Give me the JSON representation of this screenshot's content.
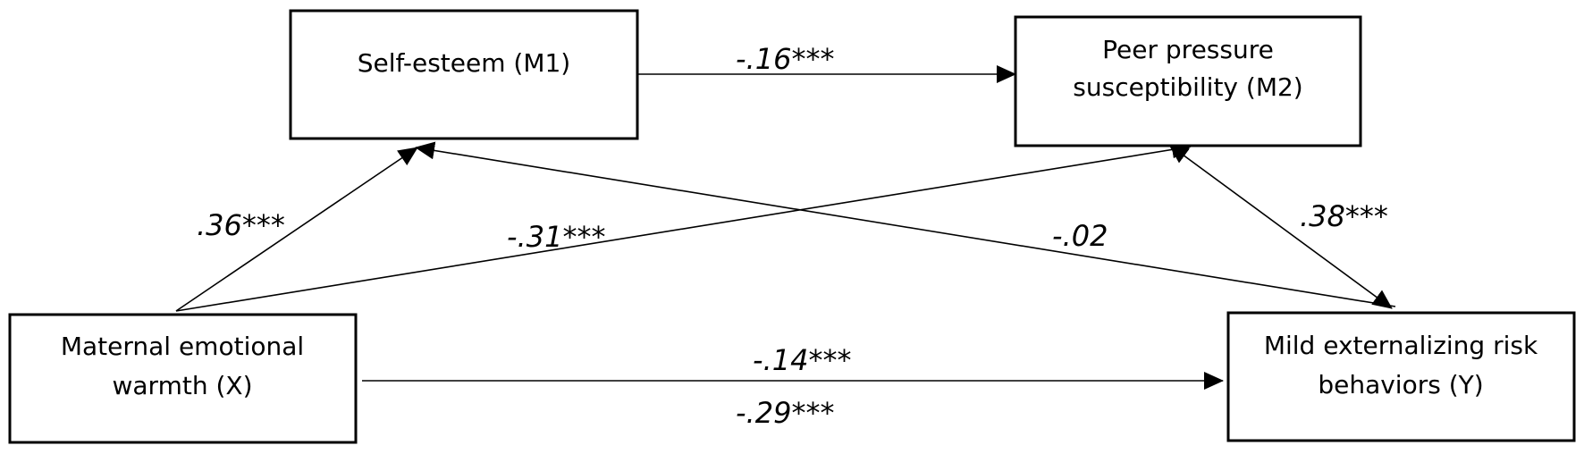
{
  "nodes": {
    "m1": {
      "lines": [
        "Self-esteem (M1)"
      ]
    },
    "m2": {
      "lines": [
        "Peer pressure",
        "susceptibility (M2)"
      ]
    },
    "x": {
      "lines": [
        "Maternal emotional",
        "warmth (X)"
      ]
    },
    "y": {
      "lines": [
        "Mild externalizing risk",
        "behaviors (Y)"
      ]
    }
  },
  "edges": {
    "m1_m2": "-.16***",
    "x_m1": ".36***",
    "x_m2": "-.31***",
    "m1_y": "-.02",
    "m2_y": ".38***",
    "x_y_direct": "-.14***",
    "x_y_total": "-.29***"
  }
}
